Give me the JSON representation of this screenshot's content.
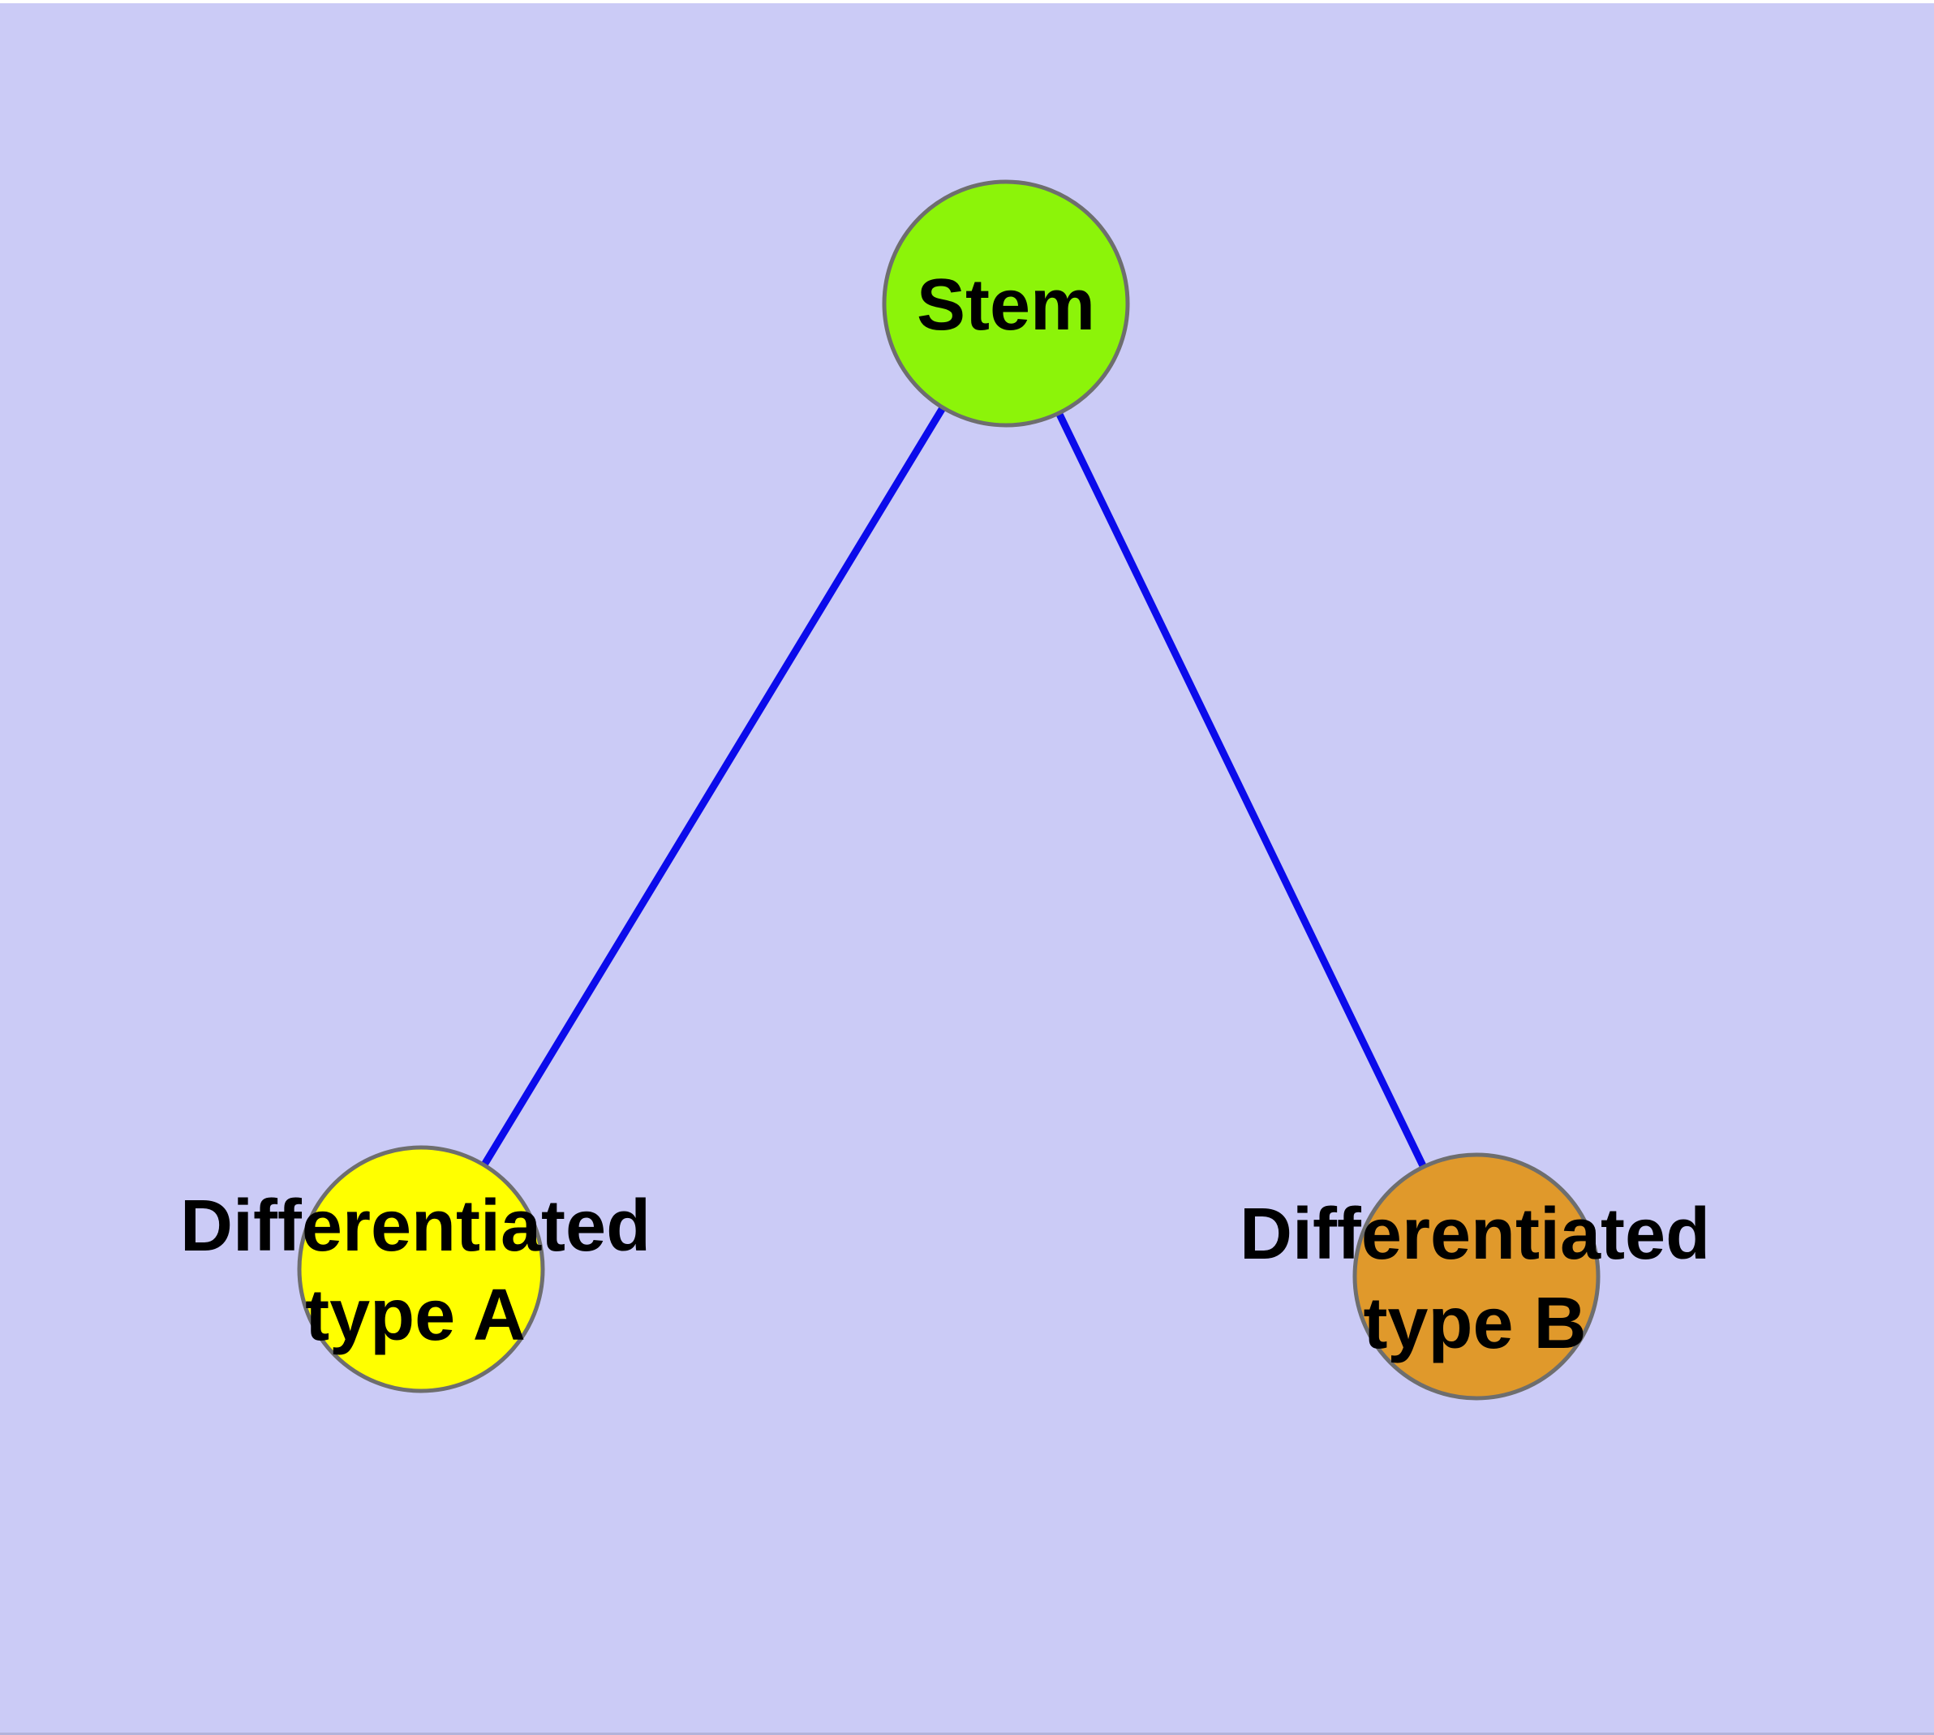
{
  "diagram": {
    "background_color": "#cbcbf6",
    "edge_color": "#0b0beb",
    "node_border_color": "#6e6e6e",
    "nodes": {
      "stem": {
        "label": "Stem",
        "fill": "#8cf409"
      },
      "type_a": {
        "label": "Differentiated\ntype A",
        "fill": "#ffff00"
      },
      "type_b": {
        "label": "Differentiated\ntype B",
        "fill": "#e0992b"
      }
    },
    "edges": [
      {
        "from": "Stem",
        "to": "Differentiated type A"
      },
      {
        "from": "Stem",
        "to": "Differentiated type B"
      }
    ]
  }
}
